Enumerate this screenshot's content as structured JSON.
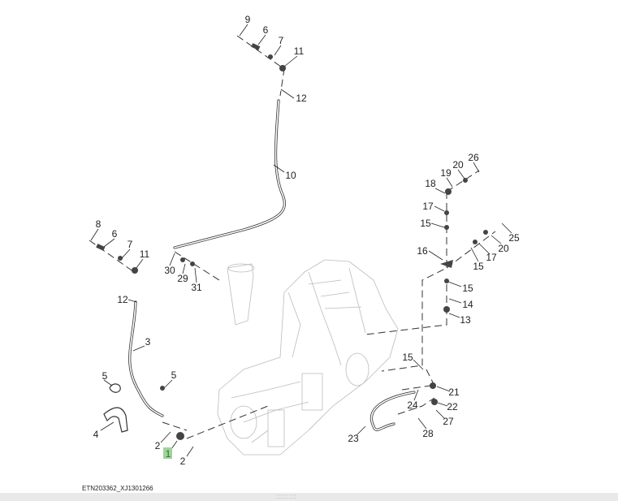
{
  "image_id": "ETN203362_XJ1301266",
  "highlight_color": "#9fd39a",
  "callouts": [
    "9",
    "6",
    "7",
    "11",
    "12",
    "10",
    "8",
    "6",
    "7",
    "11",
    "12",
    "3",
    "30",
    "29",
    "31",
    "5",
    "5",
    "4",
    "2",
    "1",
    "2",
    "26",
    "20",
    "19",
    "18",
    "17",
    "15",
    "25",
    "20",
    "17",
    "15",
    "16",
    "15",
    "14",
    "13",
    "15",
    "21",
    "22",
    "24",
    "27",
    "28",
    "23"
  ],
  "grip": "::::::::"
}
